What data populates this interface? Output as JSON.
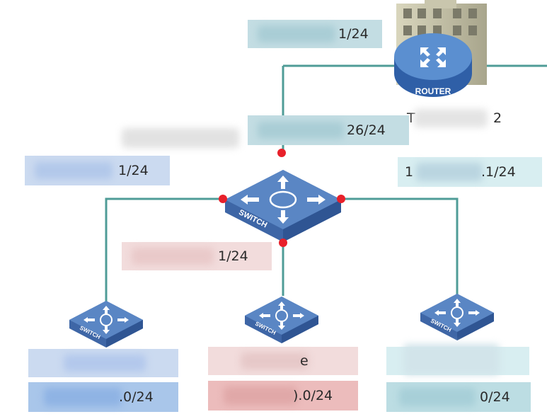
{
  "router": {
    "label": "ROUTER",
    "name_suffix": "T",
    "name_tail": "2"
  },
  "core_switch": {
    "label": "SWITCH"
  },
  "access_switches": [
    {
      "label": "SWITCH"
    },
    {
      "label": "SWITCH"
    },
    {
      "label": "SWITCH"
    }
  ],
  "labels": {
    "router_lan": "1/24",
    "uplink": "26/24",
    "core_left": "1/24",
    "core_right_lead": "1",
    "core_right": ".1/24",
    "core_bottom": "1/24",
    "left_net": ".0/24",
    "mid_name_tail": "e",
    "mid_net": ").0/24",
    "right_net": "0/24"
  },
  "colors": {
    "link": "#4f9c97",
    "switch_top": "#5a86c4",
    "switch_side": "#3e66a6",
    "port_dot": "#e8202a"
  }
}
